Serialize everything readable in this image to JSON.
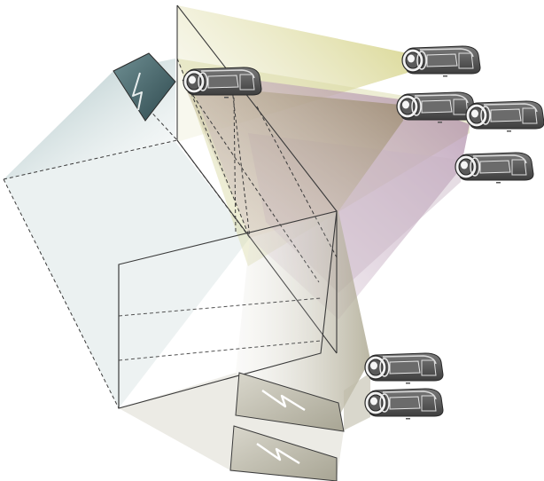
{
  "diagram": {
    "kind": "multi-projector-projection-setup",
    "projector_count": 7,
    "screen_count": 3,
    "colors": {
      "background": "#ffffff",
      "outline": "#3a3a3a",
      "projector_body": "#5b5b5b",
      "projector_highlight": "#e9e9e9",
      "beam_teal": "#a9c4c6",
      "beam_olive": "#d7d59b",
      "beam_mauve": "#b8a3b6",
      "beam_sand": "#cfc8ad",
      "beam_grey": "#c9c9c2",
      "screen_dark": "#4f6e73",
      "screen_light": "#b9b6a8"
    }
  }
}
